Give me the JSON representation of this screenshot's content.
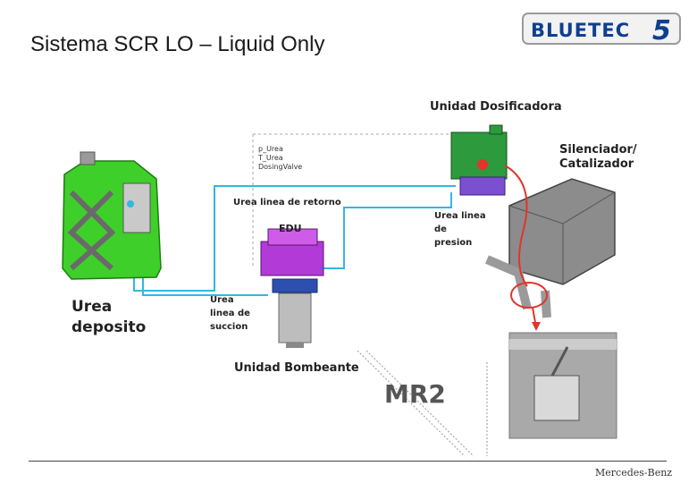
{
  "slide": {
    "title": "Sistema SCR LO – Liquid Only",
    "logo_text": "BLUETEC",
    "logo_number": "5"
  },
  "labels": {
    "unidad_dosificadora": "Unidad Dosificadora",
    "silenciador_line1": "Silenciador/",
    "silenciador_line2": "Catalizador",
    "sensor_1": "p_Urea",
    "sensor_2": "T_Urea",
    "sensor_3": "DosingValve",
    "retorno": "Urea linea de retorno",
    "edu": "EDU",
    "presion_line1": "Urea linea",
    "presion_line2": "de",
    "presion_line3": "presion",
    "deposito_line1": "Urea",
    "deposito_line2": "deposito",
    "succion_line1": "Urea",
    "succion_line2": "linea de",
    "succion_line3": "succion",
    "bombeante": "Unidad Bombeante",
    "mr2": "MR2"
  },
  "footer": {
    "brand": "Mercedes-Benz"
  },
  "colors": {
    "line_cyan": "#35b6e3",
    "arrow_red": "#e0352b",
    "tank_green": "#3fcf2a",
    "pump_magenta": "#b23ad6"
  }
}
